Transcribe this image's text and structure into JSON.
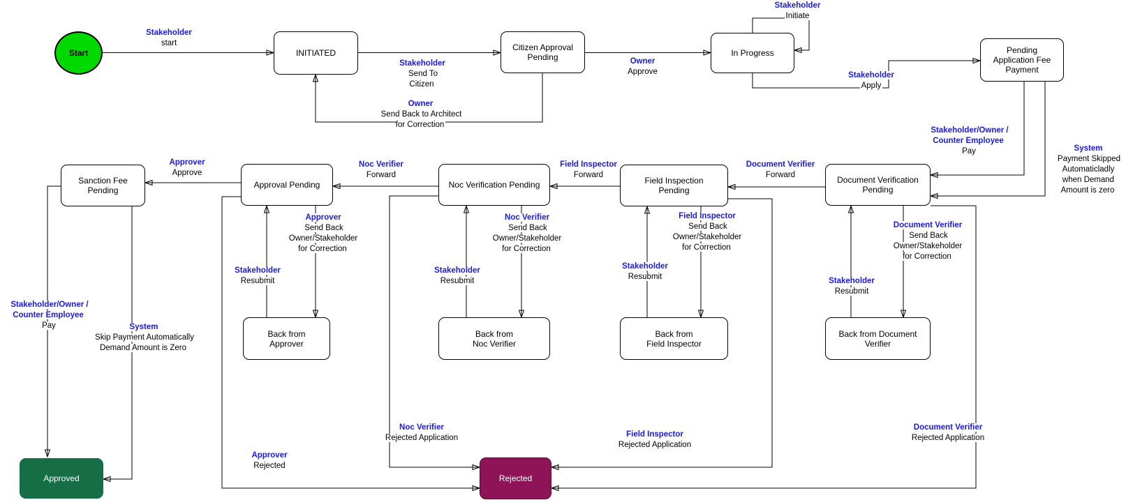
{
  "colors": {
    "start_fill": "#00D900",
    "approved_fill": "#156E46",
    "rejected_fill": "#8E1357",
    "label_blue": "#1A1AE8",
    "node_border": "#000000",
    "edge_color": "#000000"
  },
  "diagram": {
    "nodes": {
      "start": {
        "label": "Start"
      },
      "initiated": {
        "label": "INITIATED"
      },
      "citizen_approval_pending": {
        "label": "Citizen Approval\nPending"
      },
      "in_progress": {
        "label": "In Progress"
      },
      "pending_application_fee_payment": {
        "label": "Pending\nApplication Fee\nPayment"
      },
      "sanction_fee_pending": {
        "label": "Sanction Fee\nPending"
      },
      "approval_pending": {
        "label": "Approval Pending"
      },
      "noc_verification_pending": {
        "label": "Noc Verification Pending"
      },
      "field_inspection_pending": {
        "label": "Field Inspection\nPending"
      },
      "document_verification_pending": {
        "label": "Document Verification\nPending"
      },
      "back_from_approver": {
        "label": "Back from\nApprover"
      },
      "back_from_noc_verifier": {
        "label": "Back from\nNoc Verifier"
      },
      "back_from_field_inspector": {
        "label": "Back from\nField Inspector"
      },
      "back_from_document_verifier": {
        "label": "Back from Document\nVerifier"
      },
      "approved": {
        "label": "Approved"
      },
      "rejected": {
        "label": "Rejected"
      }
    },
    "edges": [
      {
        "from": "start",
        "to": "initiated",
        "actor": "Stakeholder",
        "action": "start"
      },
      {
        "from": "initiated",
        "to": "citizen_approval_pending",
        "actor": "Stakeholder",
        "action": "Send To\nCitizen"
      },
      {
        "from": "citizen_approval_pending",
        "to": "initiated",
        "actor": "Owner",
        "action": "Send Back to Architect\nfor Correction"
      },
      {
        "from": "citizen_approval_pending",
        "to": "in_progress",
        "actor": "Owner",
        "action": "Approve"
      },
      {
        "from": "in_progress",
        "to": "in_progress",
        "actor": "Stakeholder",
        "action": "Initiate"
      },
      {
        "from": "in_progress",
        "to": "pending_application_fee_payment",
        "actor": "Stakeholder",
        "action": "Apply"
      },
      {
        "from": "pending_application_fee_payment",
        "to": "document_verification_pending",
        "actor": "Stakeholder/Owner /\nCounter Employee",
        "action": "Pay"
      },
      {
        "from": "pending_application_fee_payment",
        "to": "document_verification_pending",
        "actor": "System",
        "action": "Payment Skipped\nAutomaticladly\nwhen Demand\nAmount is zero"
      },
      {
        "from": "document_verification_pending",
        "to": "field_inspection_pending",
        "actor": "Document Verifier",
        "action": "Forward"
      },
      {
        "from": "field_inspection_pending",
        "to": "noc_verification_pending",
        "actor": "Field Inspector",
        "action": "Forward"
      },
      {
        "from": "noc_verification_pending",
        "to": "approval_pending",
        "actor": "Noc Verifier",
        "action": "Forward"
      },
      {
        "from": "approval_pending",
        "to": "sanction_fee_pending",
        "actor": "Approver",
        "action": "Approve"
      },
      {
        "from": "back_from_approver",
        "to": "approval_pending",
        "actor": "Stakeholder",
        "action": "Resubmit"
      },
      {
        "from": "approval_pending",
        "to": "back_from_approver",
        "actor": "Approver",
        "action": "Send Back\nOwner/Stakeholder\nfor Correction"
      },
      {
        "from": "back_from_noc_verifier",
        "to": "noc_verification_pending",
        "actor": "Stakeholder",
        "action": "Resubmit"
      },
      {
        "from": "noc_verification_pending",
        "to": "back_from_noc_verifier",
        "actor": "Noc Verifier",
        "action": "Send Back\nOwner/Stakeholder\nfor Correction"
      },
      {
        "from": "back_from_field_inspector",
        "to": "field_inspection_pending",
        "actor": "Stakeholder",
        "action": "Resubmit"
      },
      {
        "from": "field_inspection_pending",
        "to": "back_from_field_inspector",
        "actor": "Field Inspector",
        "action": "Send Back\nOwner/Stakeholder\nfor Correction"
      },
      {
        "from": "back_from_document_verifier",
        "to": "document_verification_pending",
        "actor": "Stakeholder",
        "action": "Resubmit"
      },
      {
        "from": "document_verification_pending",
        "to": "back_from_document_verifier",
        "actor": "Document Verifier",
        "action": "Send Back\nOwner/Stakeholder\nfor Correction"
      },
      {
        "from": "sanction_fee_pending",
        "to": "approved",
        "actor": "Stakeholder/Owner /\nCounter Employee",
        "action": "Pay"
      },
      {
        "from": "sanction_fee_pending",
        "to": "approved",
        "actor": "System",
        "action": "Skip Payment Automatically\nDemand Amount is Zero"
      },
      {
        "from": "approval_pending",
        "to": "rejected",
        "actor": "Approver",
        "action": "Rejected"
      },
      {
        "from": "noc_verification_pending",
        "to": "rejected",
        "actor": "Noc Verifier",
        "action": "Rejected Application"
      },
      {
        "from": "field_inspection_pending",
        "to": "rejected",
        "actor": "Field Inspector",
        "action": "Rejected Application"
      },
      {
        "from": "document_verification_pending",
        "to": "rejected",
        "actor": "Document Verifier",
        "action": "Rejected Application"
      }
    ]
  }
}
